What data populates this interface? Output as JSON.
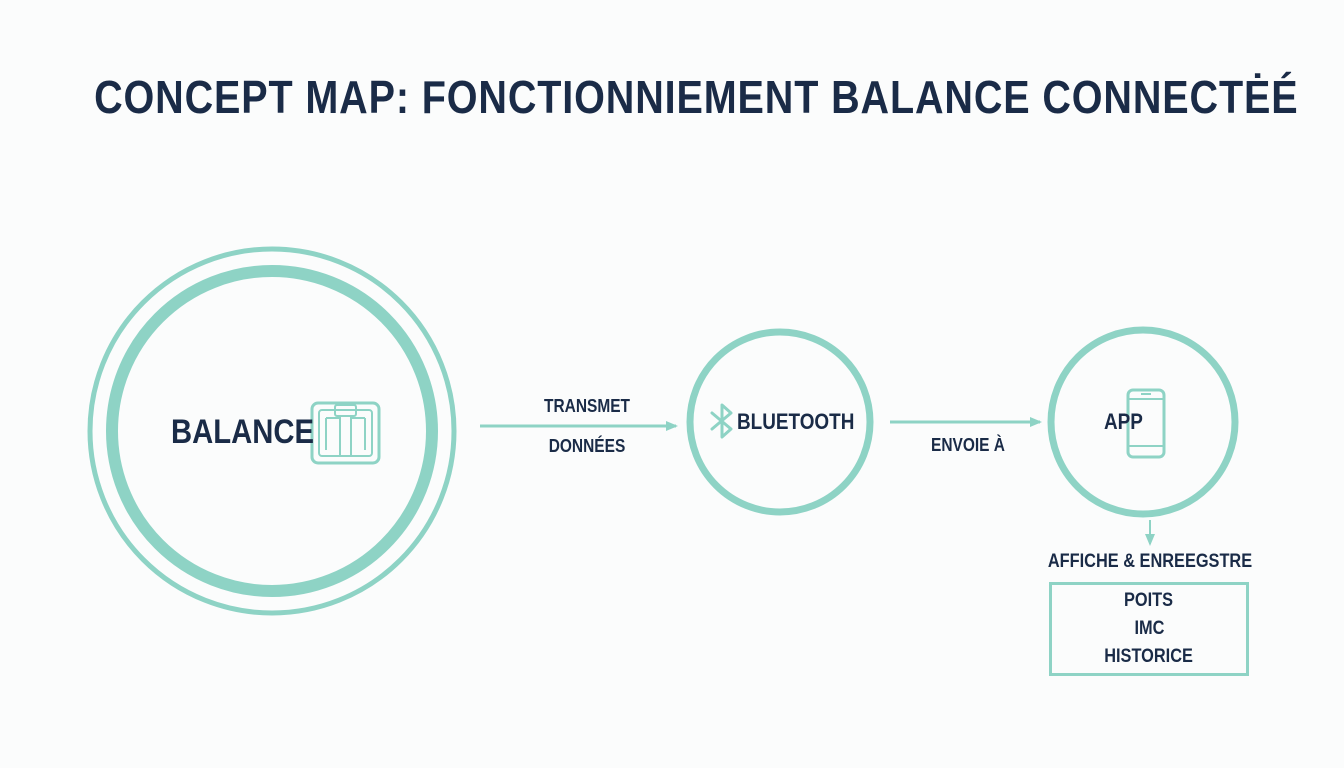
{
  "title": "CONCEPT MAP: FONCTIONNIEMENT BALANCE CONNECTĖÉ",
  "colors": {
    "accent": "#8ed3c5",
    "text": "#1a2b47",
    "background": "#fbfcfc"
  },
  "nodes": {
    "balance": {
      "label": "BALANCE",
      "icon": "scale-icon"
    },
    "bluetooth": {
      "label": "BLUETOOTH",
      "icon": "bluetooth-icon"
    },
    "app": {
      "label": "APP",
      "icon": "smartphone-icon"
    }
  },
  "edges": {
    "balance_to_bluetooth": {
      "line1": "TRANSMET",
      "line2": "DONNÉES"
    },
    "bluetooth_to_app": {
      "label": "ENVOIE À"
    },
    "app_to_list": {
      "label": "AFFICHE & ENREEGSTRE"
    }
  },
  "features": {
    "items": [
      "POITS",
      "IMC",
      "HISTORICE"
    ]
  }
}
